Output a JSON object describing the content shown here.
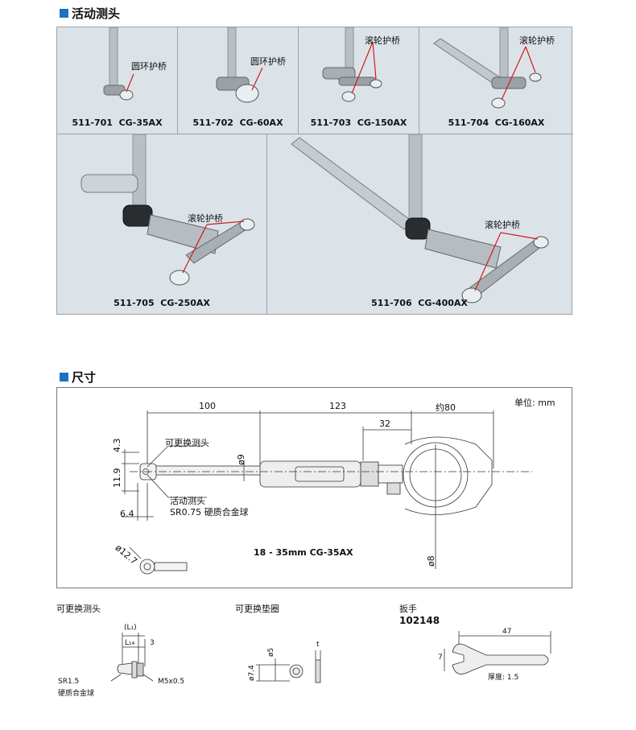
{
  "section1": {
    "title": "活动测头"
  },
  "section2": {
    "title": "尺寸"
  },
  "models": [
    {
      "caption": "511-701  CG-35AX",
      "callout": "圆环护桥"
    },
    {
      "caption": "511-702  CG-60AX",
      "callout": "圆环护桥"
    },
    {
      "caption": "511-703  CG-150AX",
      "callout": "滚轮护桥"
    },
    {
      "caption": "511-704  CG-160AX",
      "callout": "滚轮护桥"
    },
    {
      "caption": "511-705  CG-250AX",
      "callout": "滚轮护桥"
    },
    {
      "caption": "511-706  CG-400AX",
      "callout": "滚轮护桥"
    }
  ],
  "dims": {
    "unit": "单位: mm",
    "d100": "100",
    "d123": "123",
    "d80": "约80",
    "d32": "32",
    "d4_3": "4.3",
    "d11_9": "11.9",
    "d6_4": "6.4",
    "phi9": "ø9",
    "phi8": "ø8",
    "phi12_7": "ø12.7",
    "label_replaceable": "可更换测头",
    "label_moving": "活动测头",
    "label_ball": "SR0.75 硬质合金球",
    "range": "18 - 35mm   CG-35AX"
  },
  "accessories": {
    "head": {
      "title": "可更换测头",
      "l1": "(L₁)",
      "l14": "L₁₄",
      "three": "3",
      "sr": "SR1.5",
      "carbide": "硬质合金球",
      "thread": "M5x0.5"
    },
    "washer": {
      "title": "可更换垫圈",
      "d74": "ø7.4",
      "d5": "ø5",
      "t": "t"
    },
    "wrench": {
      "title": "扳手",
      "code": "102148",
      "len": "47",
      "w": "7",
      "thick": "厚度: 1.5"
    }
  }
}
